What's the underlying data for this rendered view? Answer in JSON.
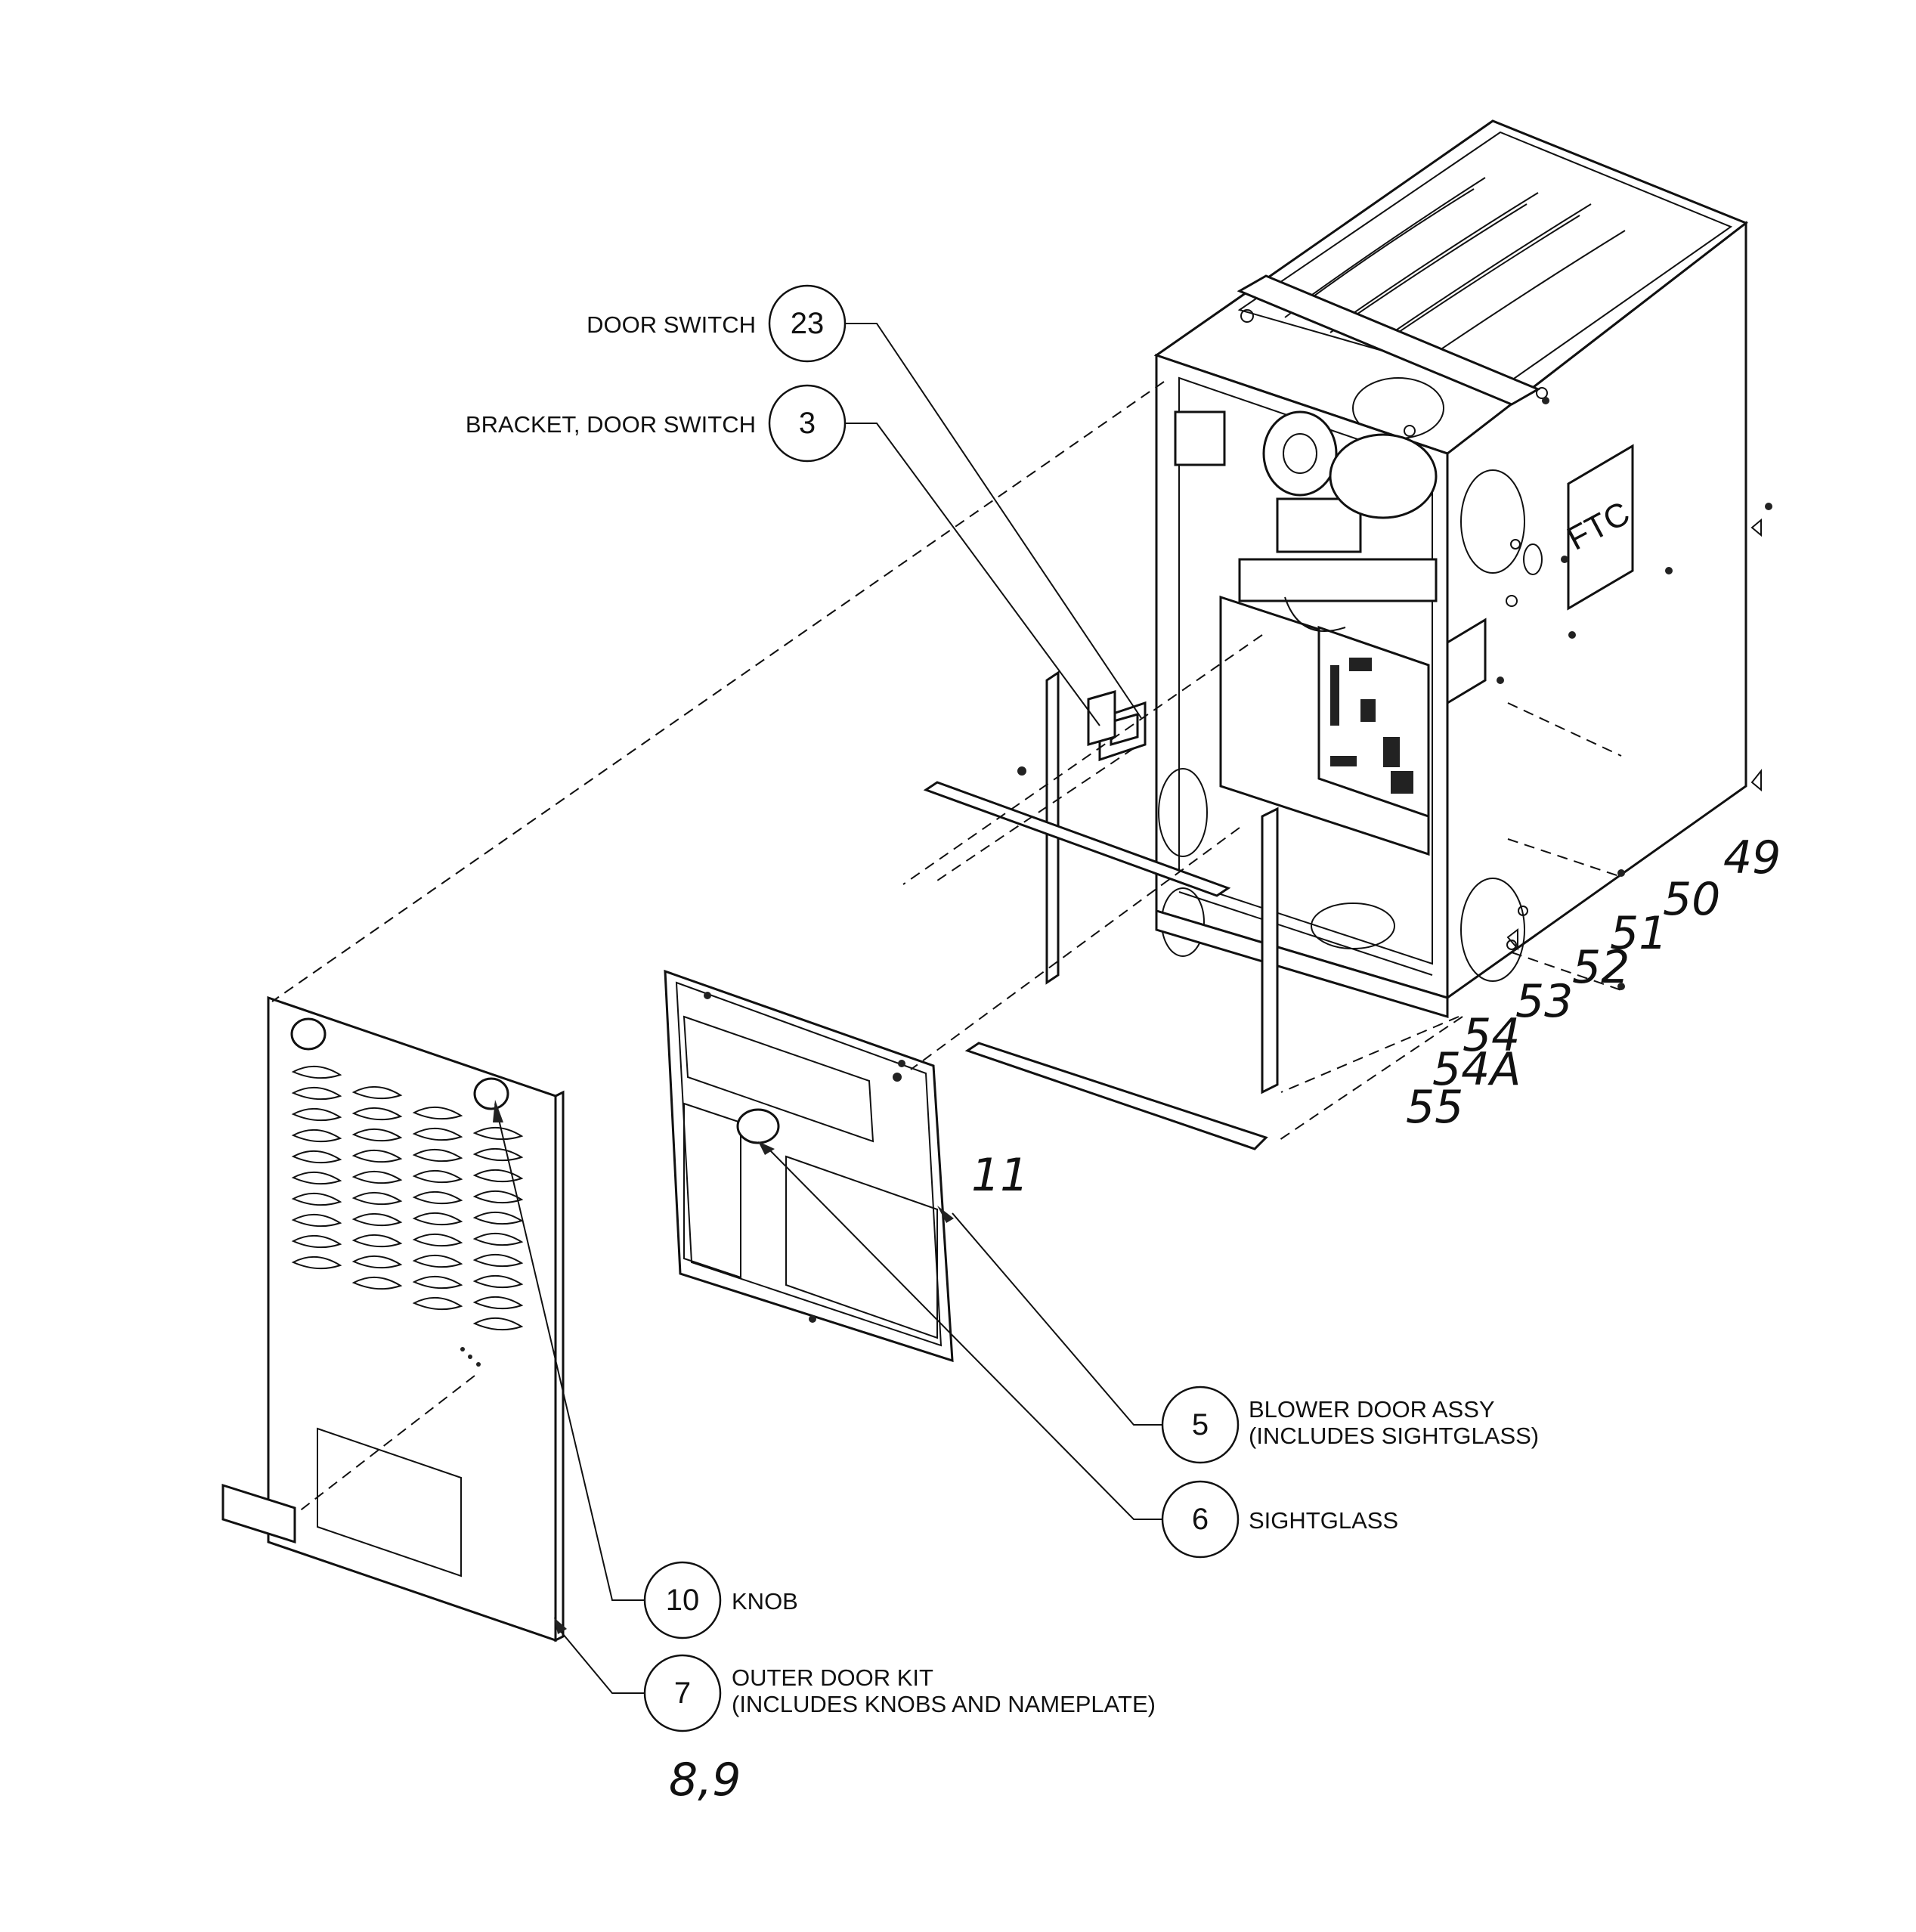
{
  "callouts": [
    {
      "id": "door-switch",
      "number": "23",
      "label": "DOOR SWITCH",
      "label2": ""
    },
    {
      "id": "bracket-door-switch",
      "number": "3",
      "label": "BRACKET, DOOR SWITCH",
      "label2": ""
    },
    {
      "id": "blower-door-assy",
      "number": "5",
      "label": "BLOWER DOOR ASSY",
      "label2": "(INCLUDES SIGHTGLASS)"
    },
    {
      "id": "sightglass",
      "number": "6",
      "label": "SIGHTGLASS",
      "label2": ""
    },
    {
      "id": "knob",
      "number": "10",
      "label": "KNOB",
      "label2": ""
    },
    {
      "id": "outer-door-kit",
      "number": "7",
      "label": "OUTER DOOR KIT",
      "label2": "(INCLUDES KNOBS AND NAMEPLATE)"
    }
  ],
  "handwritten": [
    "49",
    "50",
    "51",
    "52",
    "53",
    "54",
    "54A",
    "55",
    "11",
    "8,9"
  ],
  "nameplate": "FTC"
}
